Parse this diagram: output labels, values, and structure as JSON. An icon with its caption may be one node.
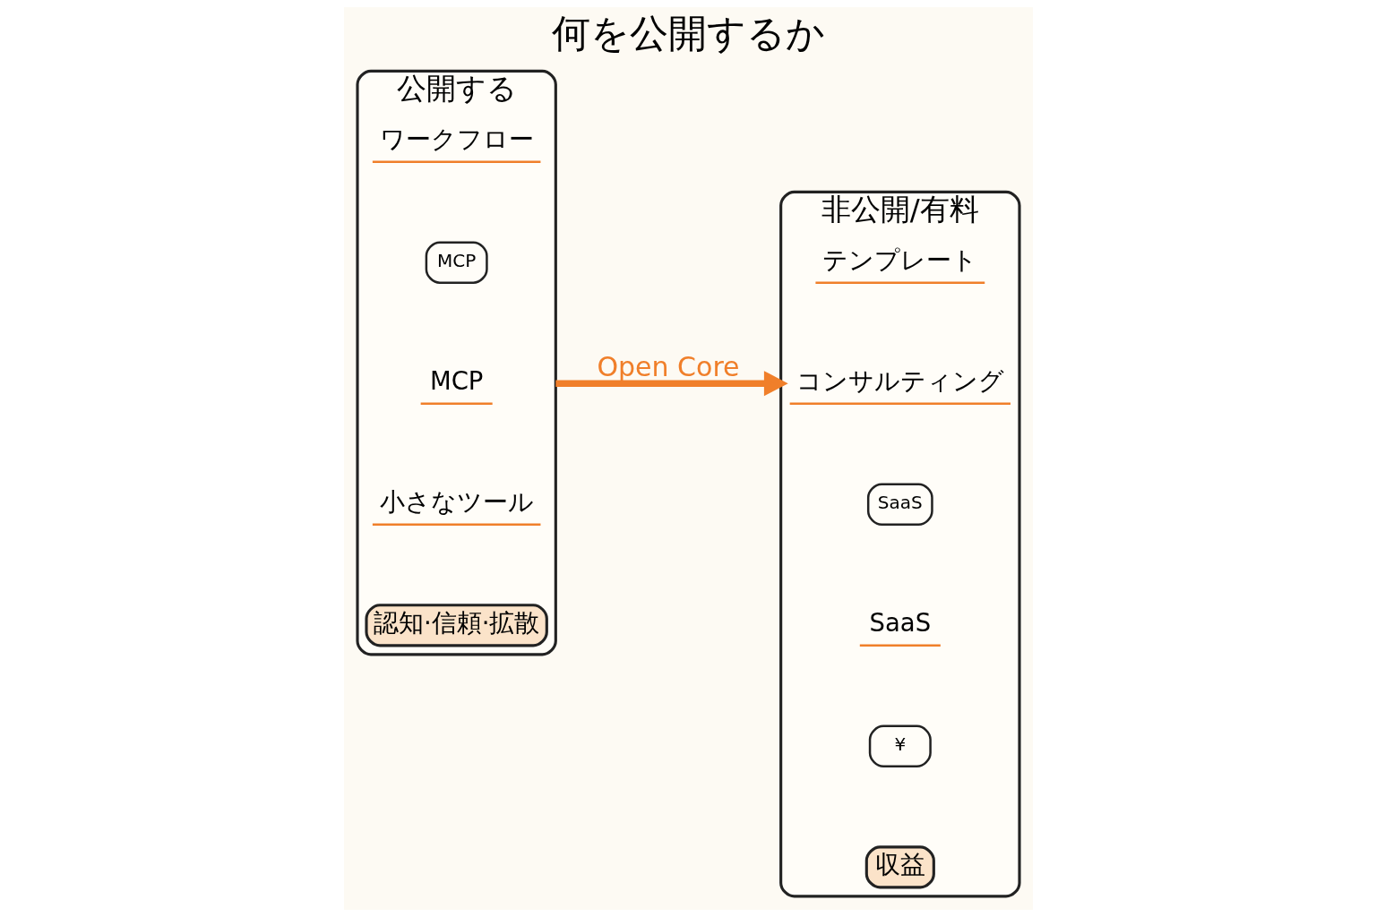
{
  "diagram": {
    "title": "何を公開するか",
    "nodes": [
      {
        "text": [
          "公開する"
        ]
      },
      {
        "text": [
          "ワークフロー"
        ],
        "in": 0
      },
      {
        "text": [
          "MCP"
        ],
        "in": 0
      },
      {
        "text": [
          "小さなツール"
        ],
        "in": 0
      },
      {
        "text": [
          "認知·信頼·拡散"
        ],
        "in": 0
      },
      {
        "text": [
          "非公開/有料"
        ]
      },
      {
        "text": [
          "テンプレート"
        ],
        "in": 5
      },
      {
        "text": [
          "コンサルティング"
        ],
        "in": 5
      },
      {
        "text": [
          "SaaS"
        ],
        "in": 5
      },
      {
        "text": [
          "収益"
        ],
        "in": 5
      }
    ],
    "edges": [
      {
        "from": 0,
        "to": 5,
        "arrow": "to",
        "label": "Open Core",
        "color": "#f07f2a"
      }
    ],
    "labels": [
      "MCP",
      "SaaS",
      "¥"
    ]
  }
}
